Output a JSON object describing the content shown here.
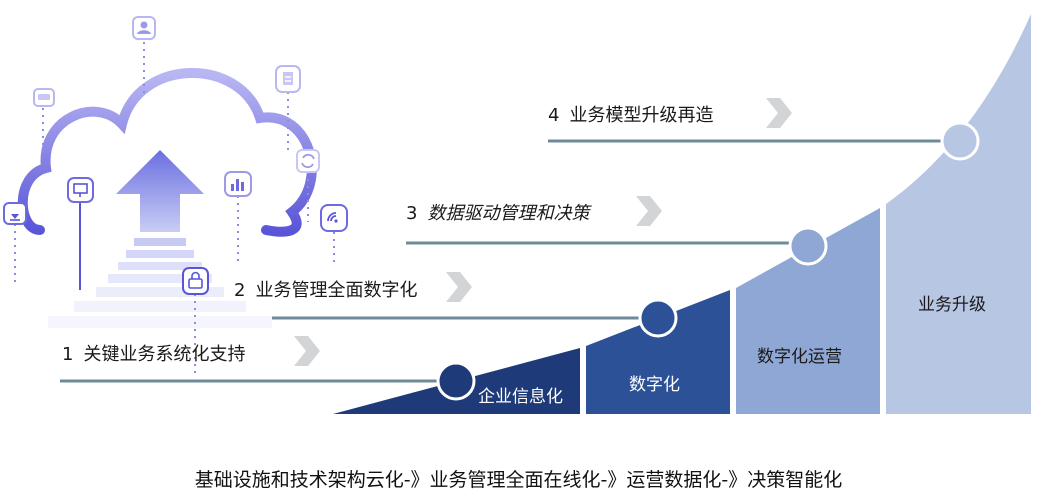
{
  "levels": [
    {
      "number": "1",
      "label": "关键业务系统化支持"
    },
    {
      "number": "2",
      "label": "业务管理全面数字化"
    },
    {
      "number": "3",
      "label": "数据驱动管理和决策"
    },
    {
      "number": "4",
      "label": "业务模型升级再造"
    }
  ],
  "stages": [
    {
      "label": "企业信息化",
      "color": "#1e3a78"
    },
    {
      "label": "数字化",
      "color": "#2d5196"
    },
    {
      "label": "数字化运营",
      "color": "#8ea7d4"
    },
    {
      "label": "业务升级",
      "color": "#b7c6e3"
    }
  ],
  "caption": "基础设施和技术架构云化-》业务管理全面在线化-》运营数据化-》决策智能化",
  "icons": [
    "cloud-icon",
    "arrow-up-icon",
    "user-icon",
    "chat-icon",
    "document-icon",
    "sync-icon",
    "monitor-icon",
    "bar-chart-icon",
    "wifi-icon",
    "download-icon",
    "lock-icon"
  ]
}
